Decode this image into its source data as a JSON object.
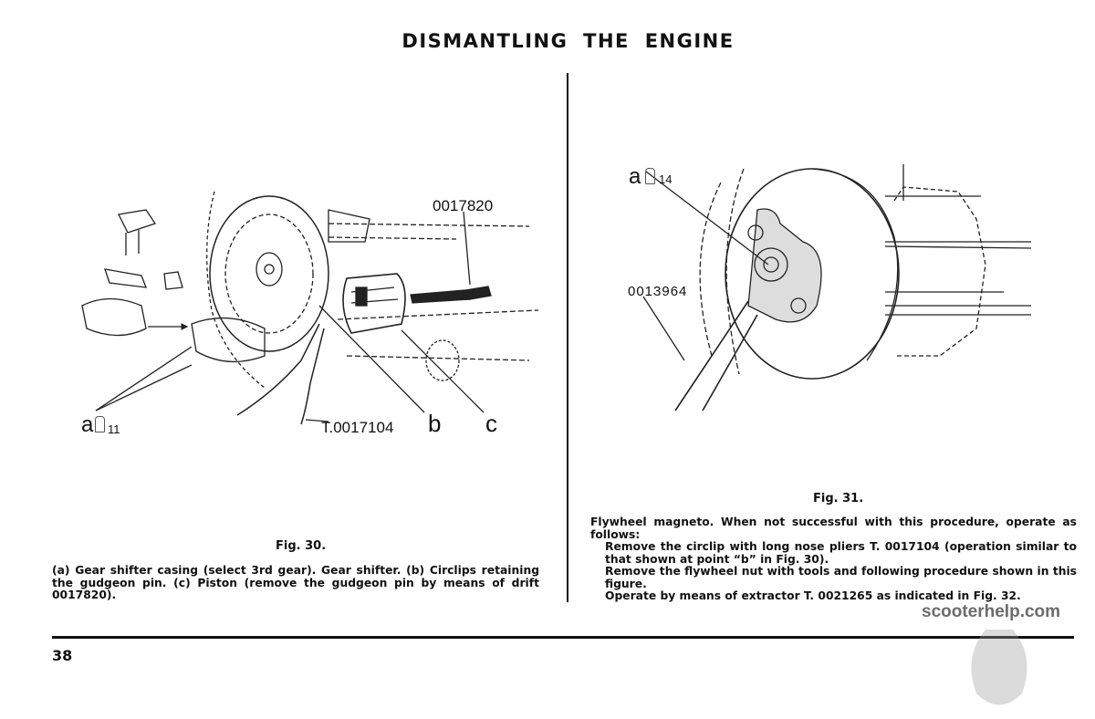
{
  "header": {
    "title": "DISMANTLING THE ENGINE"
  },
  "figure30": {
    "caption": "Fig. 30.",
    "labels": {
      "drift": "0017820",
      "a": "a",
      "a_num": "11",
      "pliers": "T.0017104",
      "b": "b",
      "c": "c"
    },
    "description": "(a) Gear shifter casing (select 3rd gear).  Gear shifter.  (b) Circlips retaining the gudgeon pin.  (c) Piston (remove the gudgeon pin by means of drift 0017820)."
  },
  "figure31": {
    "caption": "Fig. 31.",
    "labels": {
      "a": "a",
      "a_num": "14",
      "tool": "0013964"
    },
    "intro": "Flywheel magneto.  When not successful with this procedure, operate as follows:",
    "steps": [
      "Remove the circlip with long nose pliers T. 0017104 (operation similar to that shown at point “b” in Fig. 30).",
      "Remove the flywheel nut with tools and following procedure shown in this figure.",
      "Operate by means of extractor T. 0021265 as indicated in Fig. 32."
    ]
  },
  "footer": {
    "page_number": "38",
    "watermark": "scooterhelp.com"
  }
}
